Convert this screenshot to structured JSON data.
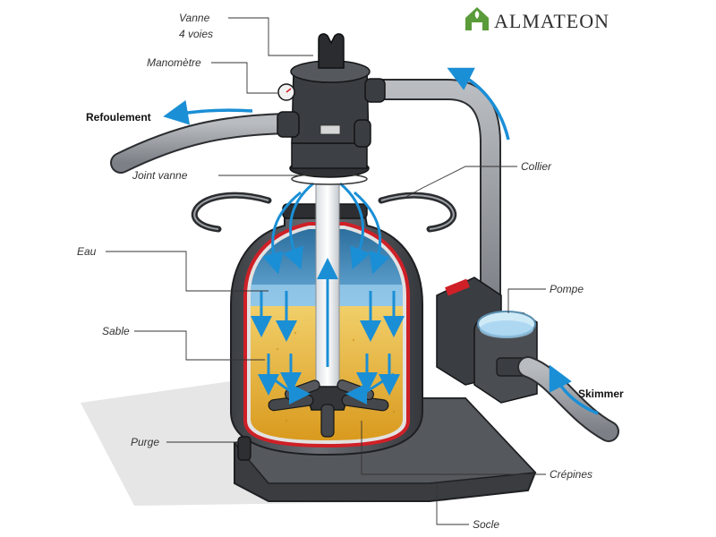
{
  "brand": {
    "name": "ALMATEON",
    "color": "#5a9b3a"
  },
  "labels": {
    "vanne_line1": "Vanne",
    "vanne_line2": "4 voies",
    "manometre": "Manomètre",
    "refoulement": "Refoulement",
    "joint_vanne": "Joint vanne",
    "collier": "Collier",
    "eau": "Eau",
    "pompe": "Pompe",
    "sable": "Sable",
    "skimmer": "Skimmer",
    "purge": "Purge",
    "crepines": "Crépines",
    "socle": "Socle"
  },
  "colors": {
    "arrow": "#1a8fd6",
    "water": "#3f8fc9",
    "sand": "#e8b53a",
    "body": "#4a4d52",
    "rim": "#cf2027"
  },
  "icons": [
    "house-logo-icon",
    "pressure-gauge-icon"
  ]
}
